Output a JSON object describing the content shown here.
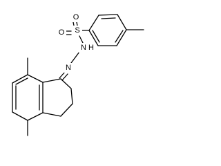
{
  "molecule": {
    "atoms": {
      "S": "S",
      "O1": "O",
      "O2": "O",
      "NH": "N",
      "H": "H",
      "N": "N"
    }
  }
}
